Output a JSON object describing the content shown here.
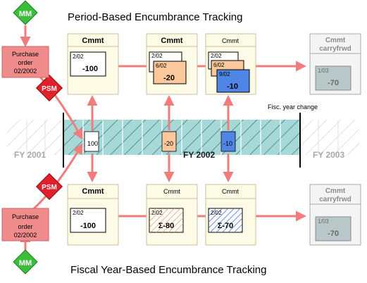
{
  "title_top": "Period-Based Encumbrance Tracking",
  "title_bottom": "Fiscal Year-Based Encumbrance Tracking",
  "badges": {
    "mm": "MM",
    "psm": "PSM"
  },
  "purchase_order": {
    "line1": "Purchase",
    "line2": "order",
    "line3": "02/2002"
  },
  "fiscal_year_change": "Fisc. year change",
  "timeline": {
    "fy_2001": "FY 2001",
    "fy_2002": "FY 2002",
    "fy_2003": "FY 2003",
    "markers": [
      "100",
      "-20",
      "-10"
    ]
  },
  "top_row": {
    "boxes": [
      {
        "header": "Cmmt",
        "date": "2/02",
        "value": "-100"
      },
      {
        "header": "Cmmt",
        "date1": "2/02",
        "date2": "6/02",
        "value": "-20"
      },
      {
        "header": "Cmmt",
        "date1": "2/02",
        "date2": "6/02",
        "date3": "9/02",
        "value": "-10"
      },
      {
        "header1": "Cmmt",
        "header2": "carryfrwd",
        "date": "1/03",
        "value": "-70"
      }
    ]
  },
  "bottom_row": {
    "boxes": [
      {
        "header": "Cmmt",
        "date": "2/02",
        "value": "-100"
      },
      {
        "header": "Cmmt",
        "date": "2/02",
        "value": "Σ-80"
      },
      {
        "header": "Cmmt",
        "date": "2/02",
        "value": "Σ-70"
      },
      {
        "header1": "Cmmt",
        "header2": "carryfrwd",
        "date": "1/03",
        "value": "-70"
      }
    ]
  },
  "colors": {
    "arrow": "#f07c7c",
    "panel_bg": "#fdfbe6",
    "panel_border": "#c8c2a0",
    "teal_band": "#a6d8d8",
    "orange_card": "#fac89a",
    "blue_card": "#4f86e6",
    "gray_card": "#b8c8c8",
    "po_fill": "#f08c8c",
    "mm_green": "#3bbf3b",
    "psm_red": "#e0202a"
  }
}
